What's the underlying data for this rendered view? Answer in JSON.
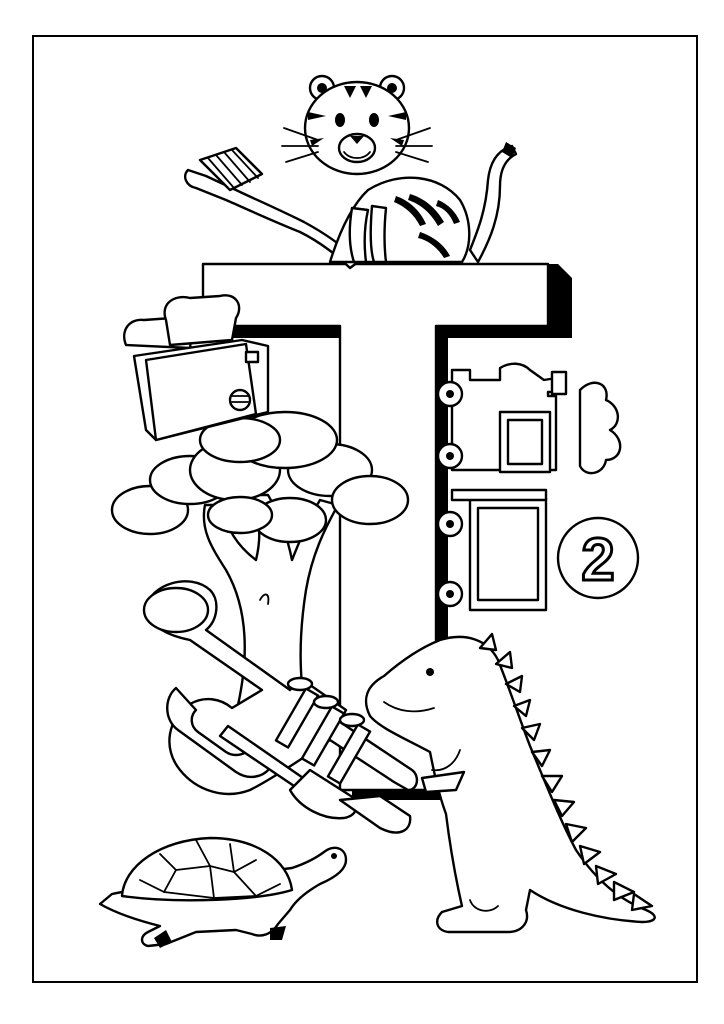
{
  "page": {
    "letter": "T",
    "number_badge": "2",
    "colors": {
      "ink": "#000000",
      "paper": "#ffffff"
    },
    "objects": [
      "tiger",
      "toothbrush",
      "toaster",
      "tree",
      "train",
      "trumpet",
      "t-rex",
      "turtle"
    ]
  }
}
